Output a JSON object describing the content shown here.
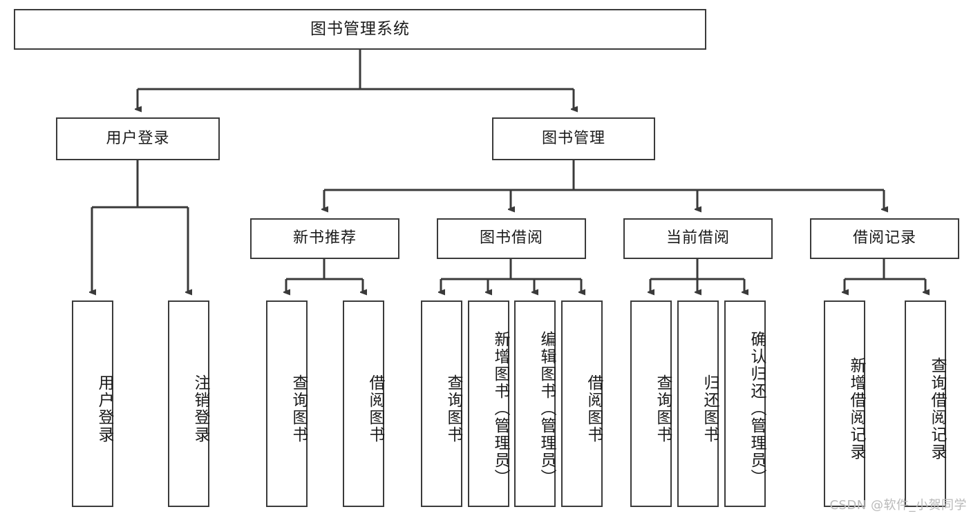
{
  "diagram": {
    "title": "图书管理系统",
    "type": "tree",
    "watermark": "CSDN @软件_小贺同学",
    "colors": {
      "box_border": "#3a3a3a",
      "box_fill": "#ffffff",
      "connector": "#3a3a3a",
      "text": "#1a1a1a",
      "watermark": "#b9b9b9"
    },
    "levels": {
      "root": {
        "label": "图书管理系统"
      },
      "level1": [
        {
          "label": "用户登录"
        },
        {
          "label": "图书管理"
        }
      ],
      "level2": [
        {
          "label": "新书推荐"
        },
        {
          "label": "图书借阅"
        },
        {
          "label": "当前借阅"
        },
        {
          "label": "借阅记录"
        }
      ],
      "leaves_user_login": [
        {
          "label": "用户登录"
        },
        {
          "label": "注销登录"
        }
      ],
      "leaves_new_book": [
        {
          "label": "查询图书"
        },
        {
          "label": "借阅图书"
        }
      ],
      "leaves_borrow": [
        {
          "label": "查询图书"
        },
        {
          "label": "新增图书（管理员）"
        },
        {
          "label": "编辑图书（管理员）"
        },
        {
          "label": "借阅图书"
        }
      ],
      "leaves_current": [
        {
          "label": "查询图书"
        },
        {
          "label": "归还图书"
        },
        {
          "label": "确认归还（管理员）"
        }
      ],
      "leaves_records": [
        {
          "label": "新增借阅记录"
        },
        {
          "label": "查询借阅记录"
        }
      ]
    }
  }
}
